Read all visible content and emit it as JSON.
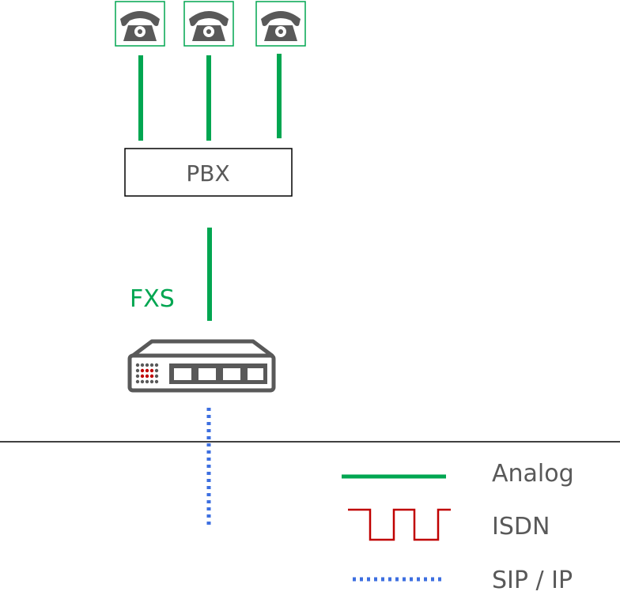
{
  "diagram": {
    "pbx_label": "PBX",
    "port_label": "FXS",
    "legend": {
      "analog": "Analog",
      "isdn": "ISDN",
      "sip": "SIP / IP"
    }
  },
  "colors": {
    "analog": "#00a651",
    "isdn": "#c00000",
    "sip": "#3d6fe0",
    "device": "#595959",
    "phone_border": "#00a651",
    "phone_icon": "#595959"
  },
  "icons": {
    "phone": "telephone-icon",
    "gateway": "gateway-device-icon"
  }
}
